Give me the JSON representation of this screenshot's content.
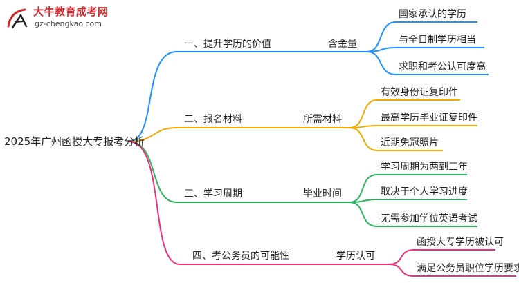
{
  "logo": {
    "title": "大牛教育成考网",
    "url": "gz-chengkao.com"
  },
  "colors": {
    "blue": "#1e90ff",
    "orange": "#f2a900",
    "green": "#2db55d",
    "pink": "#ee2f7a"
  },
  "root": {
    "label": "2025年广州函授大专报考分析"
  },
  "branches": [
    {
      "label": "一、提升学历的价值",
      "sub": "含金量",
      "leaves": [
        "国家承认的学历",
        "与全日制学历相当",
        "求职和考公认可度高"
      ]
    },
    {
      "label": "二、报名材料",
      "sub": "所需材料",
      "leaves": [
        "有效身份证复印件",
        "最高学历毕业证复印件",
        "近期免冠照片"
      ]
    },
    {
      "label": "三、学习周期",
      "sub": "毕业时间",
      "leaves": [
        "学习周期为两到三年",
        "取决于个人学习进度",
        "无需参加学位英语考试"
      ]
    },
    {
      "label": "四、考公务员的可能性",
      "sub": "学历认可",
      "leaves": [
        "函授大专学历被认可",
        "满足公务员职位学历要求"
      ]
    }
  ]
}
